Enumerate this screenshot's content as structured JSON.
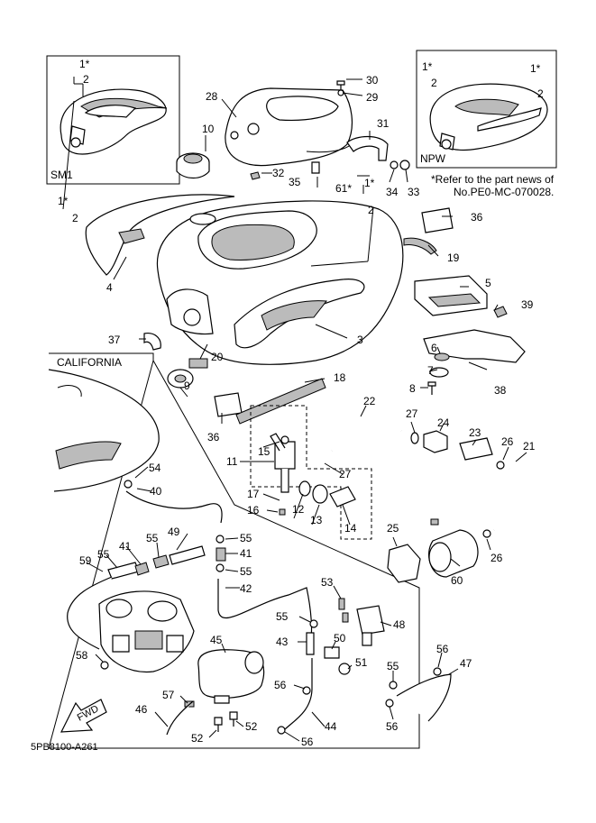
{
  "insets": {
    "sm1": {
      "label": "SM1",
      "mark_1": "1*",
      "mark_2": "2"
    },
    "npw": {
      "label": "NPW",
      "mark_1a": "1*",
      "mark_2a": "2",
      "mark_1b": "1*",
      "mark_2b": "2"
    },
    "california": {
      "label": "CALIFORNIA"
    }
  },
  "note": {
    "line1": "*Refer to the part news of",
    "line2": "No.PE0-MC-070028."
  },
  "diagram_code": "5PB8100-A261",
  "fwd_label": "FWD",
  "callouts": [
    {
      "id": "c30",
      "text": "30"
    },
    {
      "id": "c29",
      "text": "29"
    },
    {
      "id": "c28",
      "text": "28"
    },
    {
      "id": "c10",
      "text": "10"
    },
    {
      "id": "c31",
      "text": "31"
    },
    {
      "id": "c32",
      "text": "32"
    },
    {
      "id": "c35",
      "text": "35"
    },
    {
      "id": "c61",
      "text": "61*"
    },
    {
      "id": "c1a",
      "text": "1*"
    },
    {
      "id": "c34",
      "text": "34"
    },
    {
      "id": "c33",
      "text": "33"
    },
    {
      "id": "c2a",
      "text": "2"
    },
    {
      "id": "c36a",
      "text": "36"
    },
    {
      "id": "c1b",
      "text": "1*"
    },
    {
      "id": "c2b",
      "text": "2"
    },
    {
      "id": "c19",
      "text": "19"
    },
    {
      "id": "c4",
      "text": "4"
    },
    {
      "id": "c5",
      "text": "5"
    },
    {
      "id": "c39",
      "text": "39"
    },
    {
      "id": "c3",
      "text": "3"
    },
    {
      "id": "c37",
      "text": "37"
    },
    {
      "id": "c6",
      "text": "6"
    },
    {
      "id": "c7",
      "text": "7"
    },
    {
      "id": "c38",
      "text": "38"
    },
    {
      "id": "c8",
      "text": "8"
    },
    {
      "id": "c18",
      "text": "18"
    },
    {
      "id": "c20",
      "text": "20"
    },
    {
      "id": "c9",
      "text": "9"
    },
    {
      "id": "c22",
      "text": "22"
    },
    {
      "id": "c36b",
      "text": "36"
    },
    {
      "id": "c27a",
      "text": "27"
    },
    {
      "id": "c24",
      "text": "24"
    },
    {
      "id": "c23",
      "text": "23"
    },
    {
      "id": "c26a",
      "text": "26"
    },
    {
      "id": "c21",
      "text": "21"
    },
    {
      "id": "c15",
      "text": "15"
    },
    {
      "id": "c11",
      "text": "11"
    },
    {
      "id": "c27b",
      "text": "27"
    },
    {
      "id": "c54",
      "text": "54"
    },
    {
      "id": "c40",
      "text": "40"
    },
    {
      "id": "c17",
      "text": "17"
    },
    {
      "id": "c12",
      "text": "12"
    },
    {
      "id": "c16",
      "text": "16"
    },
    {
      "id": "c13",
      "text": "13"
    },
    {
      "id": "c14",
      "text": "14"
    },
    {
      "id": "c25",
      "text": "25"
    },
    {
      "id": "c26b",
      "text": "26"
    },
    {
      "id": "c49",
      "text": "49"
    },
    {
      "id": "c55a",
      "text": "55"
    },
    {
      "id": "c41a",
      "text": "41"
    },
    {
      "id": "c55b",
      "text": "55"
    },
    {
      "id": "c59",
      "text": "59"
    },
    {
      "id": "c55c",
      "text": "55"
    },
    {
      "id": "c41b",
      "text": "41"
    },
    {
      "id": "c55d",
      "text": "55"
    },
    {
      "id": "c60",
      "text": "60"
    },
    {
      "id": "c42",
      "text": "42"
    },
    {
      "id": "c53",
      "text": "53"
    },
    {
      "id": "c55e",
      "text": "55"
    },
    {
      "id": "c48",
      "text": "48"
    },
    {
      "id": "c45",
      "text": "45"
    },
    {
      "id": "c43",
      "text": "43"
    },
    {
      "id": "c50",
      "text": "50"
    },
    {
      "id": "c58",
      "text": "58"
    },
    {
      "id": "c51",
      "text": "51"
    },
    {
      "id": "c56a",
      "text": "56"
    },
    {
      "id": "c47",
      "text": "47"
    },
    {
      "id": "c55f",
      "text": "55"
    },
    {
      "id": "c56b",
      "text": "56"
    },
    {
      "id": "c57",
      "text": "57"
    },
    {
      "id": "c46",
      "text": "46"
    },
    {
      "id": "c52a",
      "text": "52"
    },
    {
      "id": "c44",
      "text": "44"
    },
    {
      "id": "c56c",
      "text": "56"
    },
    {
      "id": "c52b",
      "text": "52"
    },
    {
      "id": "c56d",
      "text": "56"
    }
  ]
}
